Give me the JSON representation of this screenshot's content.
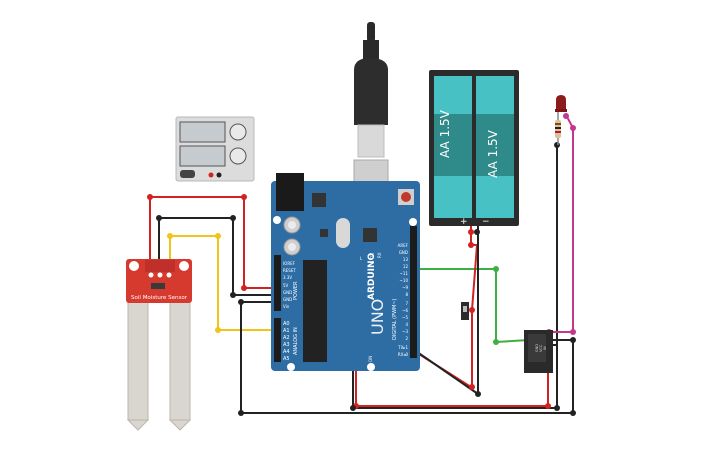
{
  "battery": {
    "cell_1_label": "AA 1.5V",
    "cell_2_label": "AA 1.5V",
    "plus_mark": "+",
    "minus_mark": "−"
  },
  "arduino": {
    "brand": "ARDUINO",
    "model": "UNO",
    "power_header_label": "POWER",
    "analog_header_label": "ANALOG IN",
    "digital_header_label": "DIGITAL (PWM~)",
    "tx_label": "TX",
    "rx_label": "RX",
    "l_label": "L",
    "on_label": "ON",
    "power_pins": [
      "IOREF",
      "RESET",
      "3.3V",
      "5V",
      "GND",
      "GND",
      "Vin"
    ],
    "analog_pins": [
      "A0",
      "A1",
      "A2",
      "A3",
      "A4",
      "A5"
    ],
    "digital_pins": [
      "AREF",
      "GND",
      "13",
      "12",
      "~11",
      "~10",
      "~9",
      "8",
      "7",
      "~6",
      "~5",
      "4",
      "~3",
      "2",
      "TX▸1",
      "RX◂0"
    ]
  },
  "soil_sensor": {
    "label": "Soil Moisture Sensor"
  },
  "relay": {
    "pin_labels": [
      "GND",
      "VCC",
      "IN"
    ]
  },
  "colors": {
    "red_wire": "#d32222",
    "black_wire": "#222222",
    "yellow_wire": "#f0c419",
    "green_wire": "#3cb043",
    "magenta_wire": "#c2388d",
    "board_blue": "#2e6da4",
    "sensor_red": "#d63a2f",
    "battery_teal": "#2f8a8a"
  }
}
